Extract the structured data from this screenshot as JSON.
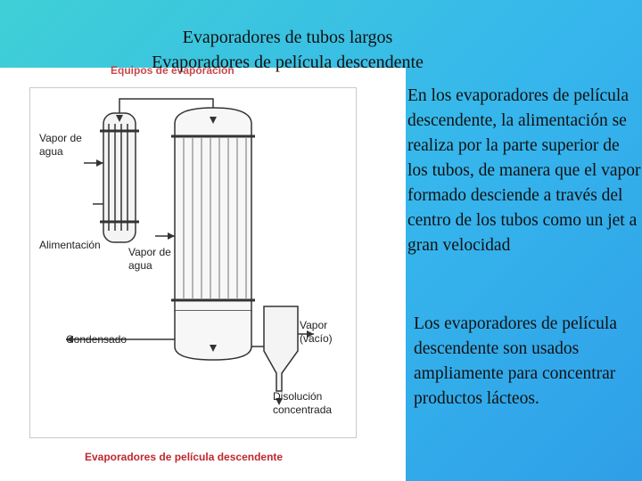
{
  "title_line1": "Evaporadores de tubos largos",
  "title_line2": "Evaporadores de película descendente",
  "figure": {
    "header_fragment": "Equipos de evaporación",
    "labels": {
      "vapor_de_agua_1": "Vapor de\nagua",
      "alimentacion": "Alimentación",
      "vapor_de_agua_2": "Vapor de\nagua",
      "condensado": "Condensado",
      "vapor_vacio": "Vapor\n(vacío)",
      "disolucion_concentrada": "Disolución\nconcentrada"
    },
    "caption": "Evaporadores de película descendente"
  },
  "paragraph1": "En los evaporadores de película descendente, la alimentación se realiza por la parte superior de los tubos, de manera que el vapor formado desciende a través del centro de los tubos como un jet a gran velocidad",
  "paragraph2": "Los evaporadores de película descendente son usados ampliamente para concentrar productos lácteos.",
  "colors": {
    "background": "#36b6ec",
    "caption": "#c0282d"
  }
}
